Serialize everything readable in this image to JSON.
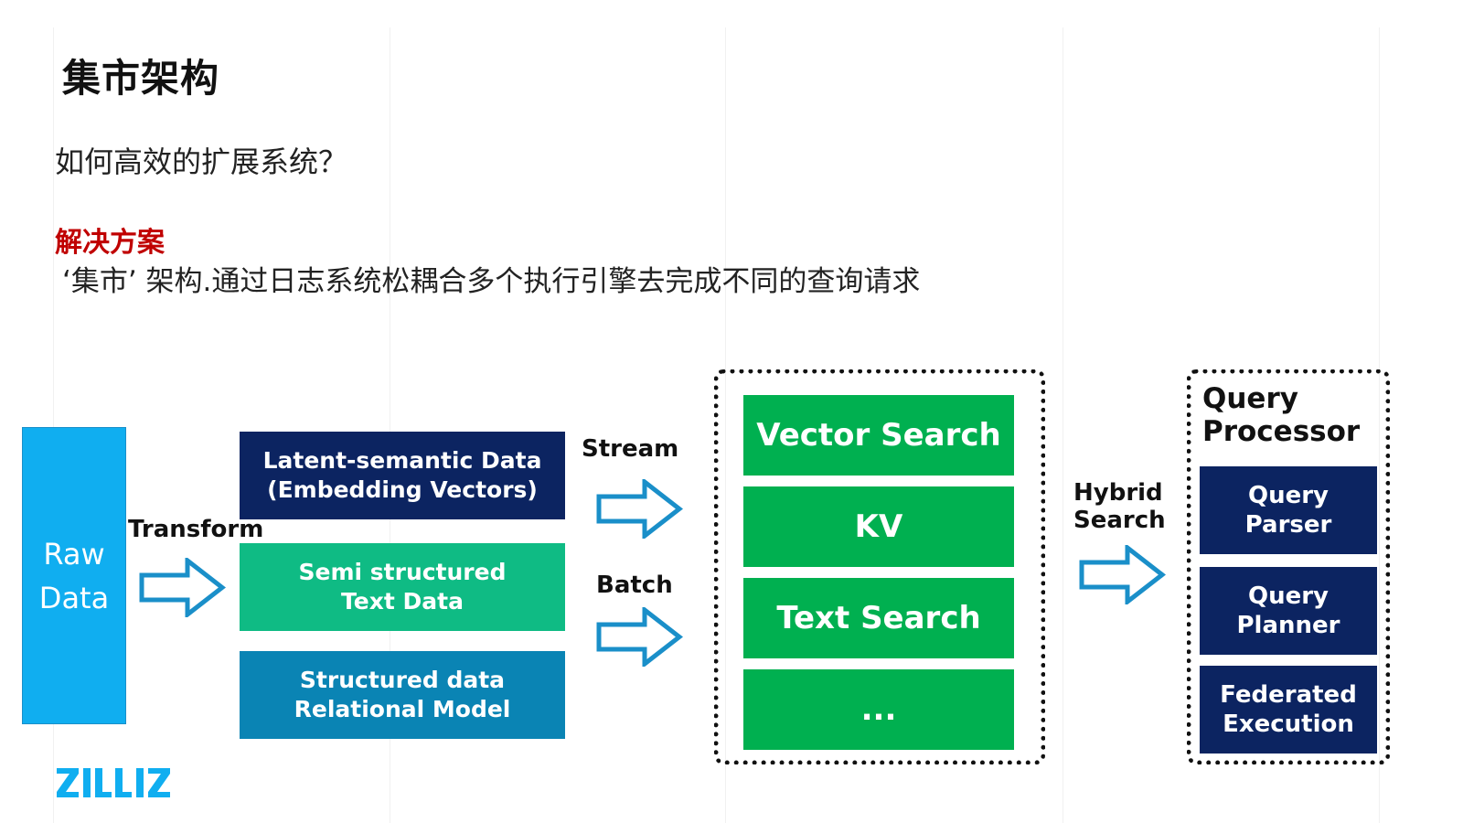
{
  "slide": {
    "title": "集市架构",
    "question": "如何高效的扩展系统？",
    "solution_label": "解决方案",
    "solution_text": "‘集市’ 架构.通过日志系统松耦合多个执行引擎去完成不同的查询请求"
  },
  "diagram": {
    "raw_data": "Raw\nData",
    "transform_label": "Transform",
    "data_types": [
      "Latent-semantic Data\n(Embedding Vectors)",
      "Semi structured\nText Data",
      "Structured data\nRelational Model"
    ],
    "stream_label": "Stream",
    "batch_label": "Batch",
    "engines": [
      "Vector Search",
      "KV",
      "Text Search",
      "..."
    ],
    "hybrid_label": "Hybrid\nSearch",
    "processor_title": "Query\nProcessor",
    "processor_items": [
      "Query\nParser",
      "Query\nPlanner",
      "Federated\nExecution"
    ]
  },
  "colors": {
    "raw_data": "#10aef0",
    "latent": "#0c2461",
    "semi": "#0fbb84",
    "structured": "#0a84b4",
    "engine": "#00b050",
    "processor": "#0c2461",
    "arrow": "#1a8fc9",
    "solution_label": "#c00000",
    "logo": "#10aef0"
  },
  "icons": {
    "arrow": "right-arrow-outline-icon",
    "logo": "zilliz-logo"
  }
}
